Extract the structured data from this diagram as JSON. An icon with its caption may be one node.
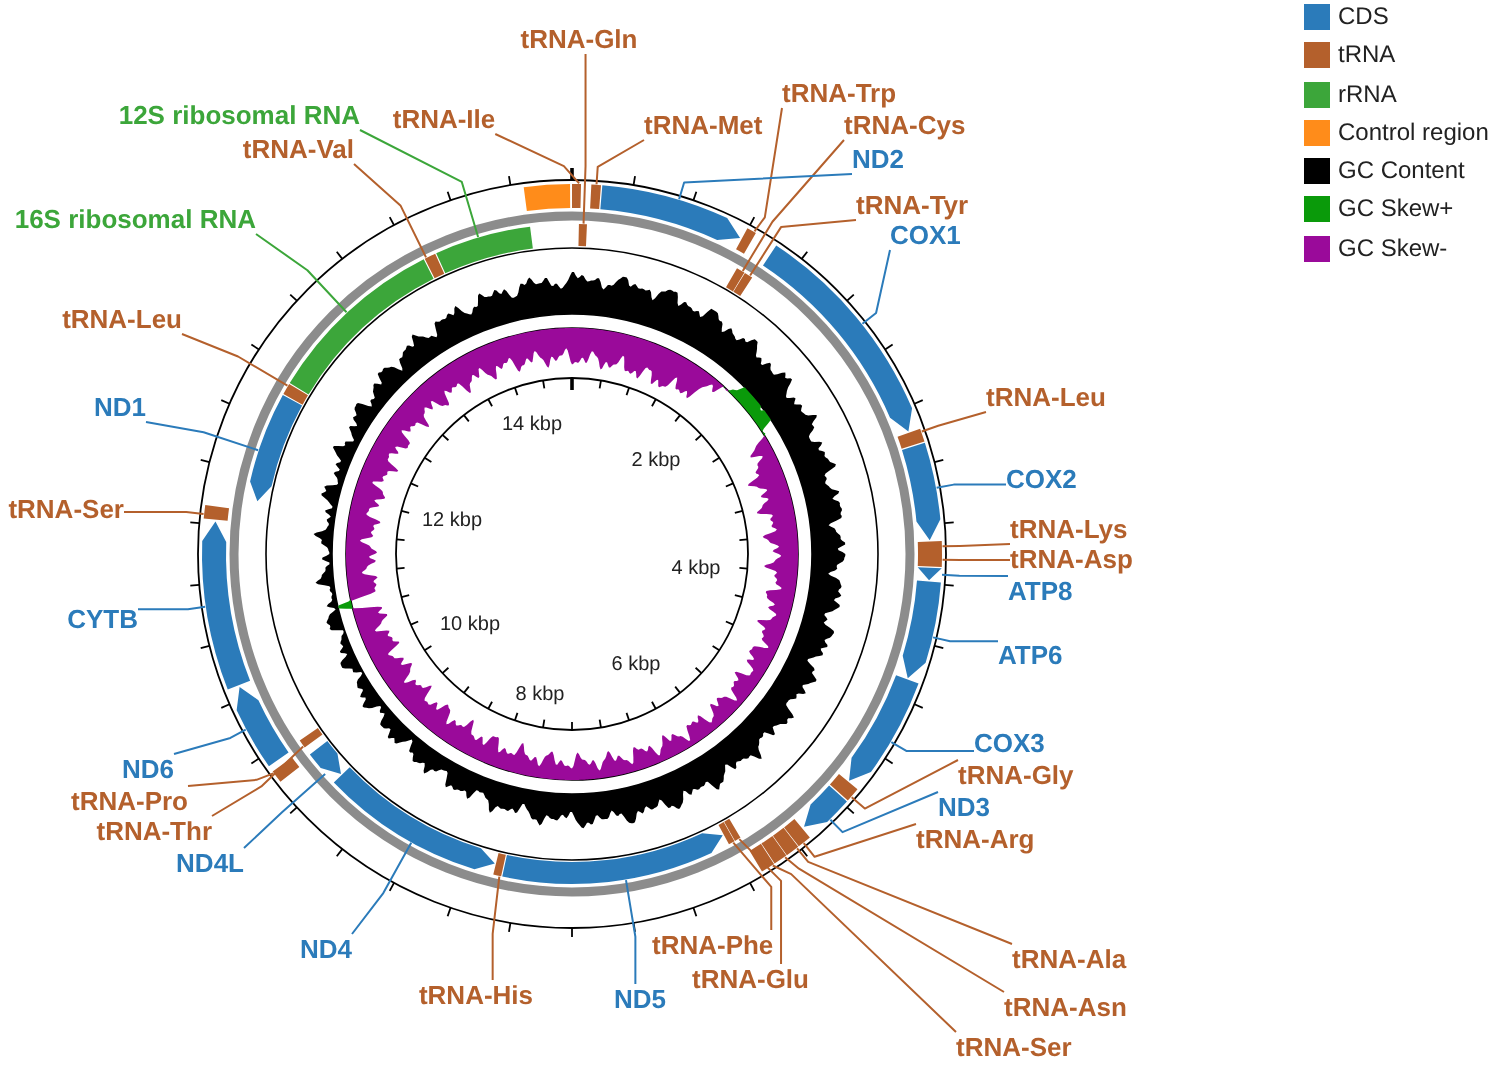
{
  "diagram": {
    "nodes": [
      {
        "text": [
          "tRNA-Gln"
        ]
      },
      {
        "text": [
          "tRNA-Trp"
        ]
      },
      {
        "text": [
          "12S ribosomal RNA"
        ]
      },
      {
        "text": [
          "tRNA-Ile"
        ]
      },
      {
        "text": [
          "tRNA-Met"
        ]
      },
      {
        "text": [
          "tRNA-Cys"
        ]
      },
      {
        "text": [
          "tRNA-Val"
        ]
      },
      {
        "text": [
          "ND2"
        ]
      },
      {
        "text": [
          "tRNA-Tyr"
        ]
      },
      {
        "text": [
          "16S ribosomal RNA"
        ]
      },
      {
        "text": [
          "COX1"
        ]
      },
      {
        "text": [
          "tRNA-Leu"
        ]
      },
      {
        "text": [
          "tRNA-Leu"
        ]
      },
      {
        "text": [
          "ND1"
        ]
      },
      {
        "text": [
          "COX2"
        ]
      },
      {
        "text": [
          "tRNA-Ser"
        ]
      },
      {
        "text": [
          "tRNA-Lys"
        ]
      },
      {
        "text": [
          "tRNA-Asp"
        ]
      },
      {
        "text": [
          "ATP8"
        ]
      },
      {
        "text": [
          "CYTB"
        ]
      },
      {
        "text": [
          "ATP6"
        ]
      },
      {
        "text": [
          "COX3"
        ]
      },
      {
        "text": [
          "ND6"
        ]
      },
      {
        "text": [
          "tRNA-Gly"
        ]
      },
      {
        "text": [
          "tRNA-Pro"
        ]
      },
      {
        "text": [
          "ND3"
        ]
      },
      {
        "text": [
          "tRNA-Thr"
        ]
      },
      {
        "text": [
          "tRNA-Arg"
        ]
      },
      {
        "text": [
          "ND4L"
        ]
      },
      {
        "text": [
          "tRNA-Glu"
        ]
      },
      {
        "text": [
          "ND4"
        ]
      },
      {
        "text": [
          "tRNA-Ala"
        ]
      },
      {
        "text": [
          "tRNA-Phe"
        ]
      },
      {
        "text": [
          "tRNA-His"
        ]
      },
      {
        "text": [
          "ND5"
        ]
      },
      {
        "text": [
          "tRNA-Asn"
        ]
      },
      {
        "text": [
          "tRNA-Ser"
        ]
      },
      {
        "text": [],
        "shape": "arc"
      },
      {
        "text": [],
        "shape": "arc"
      },
      {
        "text": [],
        "shape": "arc"
      },
      {
        "text": [],
        "shape": "arrow"
      },
      {
        "text": [],
        "shape": "arc"
      },
      {
        "text": [],
        "shape": "arc"
      },
      {
        "text": [],
        "shape": "arc"
      },
      {
        "text": [],
        "shape": "arrow"
      },
      {
        "text": [],
        "shape": "arc"
      },
      {
        "text": [],
        "shape": "arrow"
      },
      {
        "text": [],
        "shape": "arc"
      },
      {
        "text": [],
        "shape": "arc"
      },
      {
        "text": [],
        "shape": "arrow"
      },
      {
        "text": [],
        "shape": "arrow"
      },
      {
        "text": [],
        "shape": "arrow"
      },
      {
        "text": [],
        "shape": "arc"
      },
      {
        "text": [],
        "shape": "arrow"
      },
      {
        "text": [],
        "shape": "arc"
      },
      {
        "text": [],
        "shape": "arc"
      },
      {
        "text": [],
        "shape": "arc"
      },
      {
        "text": [],
        "shape": "arc"
      },
      {
        "text": [],
        "shape": "arc"
      },
      {
        "text": [],
        "shape": "arc"
      },
      {
        "text": [],
        "shape": "arrow"
      },
      {
        "text": [],
        "shape": "arc"
      },
      {
        "text": [],
        "shape": "arrow"
      },
      {
        "text": [],
        "shape": "arrow"
      },
      {
        "text": [],
        "shape": "arc"
      },
      {
        "text": [],
        "shape": "arc"
      },
      {
        "text": [],
        "shape": "arrow"
      },
      {
        "text": [],
        "shape": "arrow"
      },
      {
        "text": [],
        "shape": "arc"
      },
      {
        "text": [],
        "shape": "arrow"
      },
      {
        "text": [],
        "shape": "arc"
      },
      {
        "text": [],
        "shape": "arc"
      },
      {
        "text": [],
        "shape": "arc"
      },
      {
        "text": [],
        "shape": "arc"
      },
      {
        "text": [],
        "shape": "arc"
      }
    ],
    "edges": [
      {
        "from": 0,
        "to": 38,
        "arrow": "none"
      },
      {
        "from": 1,
        "to": 41,
        "arrow": "none"
      },
      {
        "from": 2,
        "to": 73,
        "arrow": "none",
        "color": "#3ca63a"
      },
      {
        "from": 3,
        "to": 37,
        "arrow": "none"
      },
      {
        "from": 4,
        "to": 39,
        "arrow": "none"
      },
      {
        "from": 5,
        "to": 42,
        "arrow": "none"
      },
      {
        "from": 6,
        "to": 72,
        "arrow": "none"
      },
      {
        "from": 7,
        "to": 40,
        "arrow": "none",
        "color": "#2b7bba"
      },
      {
        "from": 8,
        "to": 43,
        "arrow": "none"
      },
      {
        "from": 9,
        "to": 71,
        "arrow": "none",
        "color": "#3ca63a"
      },
      {
        "from": 10,
        "to": 44,
        "arrow": "none",
        "color": "#2b7bba"
      },
      {
        "from": 11,
        "to": 70,
        "arrow": "none"
      },
      {
        "from": 12,
        "to": 45,
        "arrow": "none"
      },
      {
        "from": 13,
        "to": 69,
        "arrow": "none",
        "color": "#2b7bba"
      },
      {
        "from": 14,
        "to": 46,
        "arrow": "none",
        "color": "#2b7bba"
      },
      {
        "from": 15,
        "to": 68,
        "arrow": "none"
      },
      {
        "from": 16,
        "to": 47,
        "arrow": "none"
      },
      {
        "from": 17,
        "to": 48,
        "arrow": "none"
      },
      {
        "from": 18,
        "to": 49,
        "arrow": "none",
        "color": "#2b7bba"
      },
      {
        "from": 19,
        "to": 67,
        "arrow": "none",
        "color": "#2b7bba"
      },
      {
        "from": 20,
        "to": 50,
        "arrow": "none",
        "color": "#2b7bba"
      },
      {
        "from": 21,
        "to": 51,
        "arrow": "none",
        "color": "#2b7bba"
      },
      {
        "from": 22,
        "to": 66,
        "arrow": "none",
        "color": "#2b7bba"
      },
      {
        "from": 23,
        "to": 52,
        "arrow": "none"
      },
      {
        "from": 24,
        "to": 64,
        "arrow": "none"
      },
      {
        "from": 25,
        "to": 53,
        "arrow": "none",
        "color": "#2b7bba"
      },
      {
        "from": 26,
        "to": 65,
        "arrow": "none"
      },
      {
        "from": 27,
        "to": 54,
        "arrow": "none"
      },
      {
        "from": 28,
        "to": 63,
        "arrow": "none",
        "color": "#2b7bba"
      },
      {
        "from": 29,
        "to": 58,
        "arrow": "none"
      },
      {
        "from": 30,
        "to": 62,
        "arrow": "none",
        "color": "#2b7bba"
      },
      {
        "from": 31,
        "to": 55,
        "arrow": "none"
      },
      {
        "from": 32,
        "to": 59,
        "arrow": "none"
      },
      {
        "from": 33,
        "to": 61,
        "arrow": "none"
      },
      {
        "from": 34,
        "to": 60,
        "arrow": "none",
        "color": "#2b7bba"
      },
      {
        "from": 35,
        "to": 56,
        "arrow": "none"
      },
      {
        "from": 36,
        "to": 57,
        "arrow": "none"
      }
    ],
    "labels": [
      "14 kbp",
      "2 kbp",
      "12 kbp",
      "4 kbp",
      "10 kbp",
      "6 kbp",
      "8 kbp"
    ],
    "legend": [
      {
        "text": "CDS",
        "color": "#2b7bba"
      },
      {
        "text": "tRNA",
        "color": "#b4602c"
      },
      {
        "text": "rRNA",
        "color": "#3ca63a"
      },
      {
        "text": "Control region",
        "color": "#ff8c1a"
      },
      {
        "text": "GC Content",
        "color": "#000000"
      },
      {
        "text": "GC Skew+",
        "color": "#0a9a0a"
      },
      {
        "text": "GC Skew-",
        "color": "#9a0a9a"
      }
    ]
  }
}
